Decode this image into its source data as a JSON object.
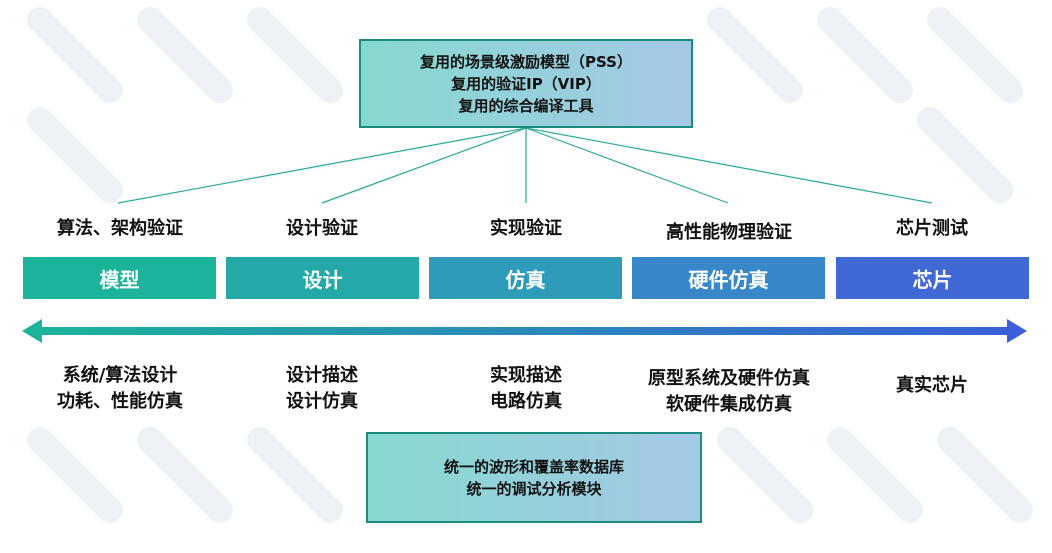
{
  "top_box": {
    "line1": "复用的场景级激励模型（PSS）",
    "line2": "复用的验证IP（VIP）",
    "line3": "复用的综合编译工具"
  },
  "stages": [
    {
      "title": "算法、架构验证",
      "bar": "模型",
      "desc1": "系统/算法设计",
      "desc2": "功耗、性能仿真",
      "color": "#1bb39a"
    },
    {
      "title": "设计验证",
      "bar": "设计",
      "desc1": "设计描述",
      "desc2": "设计仿真",
      "color": "#24a8a8"
    },
    {
      "title": "实现验证",
      "bar": "仿真",
      "desc1": "实现描述",
      "desc2": "电路仿真",
      "color": "#2e9bb8"
    },
    {
      "title": "高性能物理验证",
      "bar": "硬件仿真",
      "desc1": "原型系统及硬件仿真",
      "desc2": "软硬件集成仿真",
      "color": "#3887c8"
    },
    {
      "title": "芯片测试",
      "bar": "芯片",
      "desc1": "真实芯片",
      "desc2": "",
      "color": "#4169d6"
    }
  ],
  "bottom_box": {
    "line1": "统一的波形和覆盖率数据库",
    "line2": "统一的调试分析模块"
  },
  "colors": {
    "box_border": "#1b8c7e",
    "connector": "#2aa99a",
    "arrow_start": "#1bb39a",
    "arrow_end": "#3a5fd8"
  }
}
